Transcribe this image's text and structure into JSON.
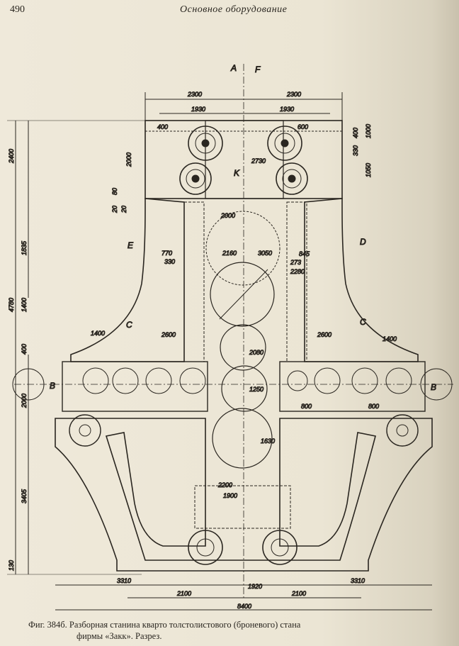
{
  "header": {
    "page_number": "490",
    "running_head": "Основное оборудование"
  },
  "drawing": {
    "section_labels": {
      "A": "A",
      "F": "F",
      "K": "K",
      "E": "E",
      "D": "D",
      "C_left": "C",
      "C_right": "C",
      "B_left": "B",
      "B_right": "B"
    },
    "dims": {
      "top_2300_left": "2300",
      "top_2300_right": "2300",
      "top_1930_left": "1930",
      "top_1930_right": "1930",
      "d_400": "400",
      "d_600": "600",
      "d_2730": "2730",
      "d_2000": "2000",
      "d_2160": "2160",
      "d_3050": "3050",
      "d_845": "845",
      "d_770": "770",
      "d_330": "330",
      "d_2280": "2280",
      "d_273": "273",
      "d_1400_left": "1400",
      "d_1400_right": "1400",
      "d_2600_left": "2600",
      "d_2600_right": "2600",
      "d_2080": "2080",
      "d_1250": "1250",
      "d_1630": "1630",
      "d_800_a": "800",
      "d_800_b": "800",
      "d_2200": "2200",
      "d_1900": "1900",
      "d_3310_left": "3310",
      "d_3310_right": "3310",
      "d_1920": "1920",
      "d_2100_left": "2100",
      "d_2100_right": "2100",
      "d_8400": "8400",
      "v_2400": "2400",
      "v_1835": "1835",
      "v_4780": "4780",
      "v_1400": "1400",
      "v_400": "400",
      "v_2000": "2000",
      "v_3405": "3405",
      "v_130": "130",
      "v_1000": "1000",
      "v_330": "330",
      "v_400b": "400",
      "v_1050": "1050",
      "v_2000b": "2000",
      "v_80": "80",
      "v_20": "20",
      "v_20b": "20"
    }
  },
  "caption": {
    "line1": "Фиг. 384б. Разборная станина кварто толстолистового (броневого) стана",
    "line2": "фирмы «Закк». Разрез."
  }
}
